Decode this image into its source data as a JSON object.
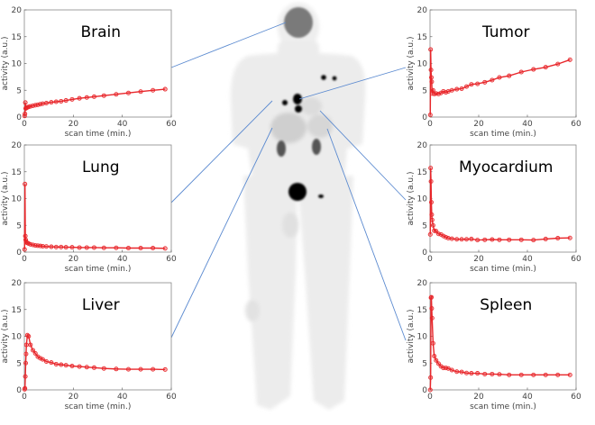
{
  "colors": {
    "series": "#e8262a",
    "connector": "#5b8ad0",
    "axis": "#888888"
  },
  "chart_data": [
    {
      "type": "line",
      "title": "Brain",
      "xlabel": "scan time (min.)",
      "ylabel": "activity (a.u.)",
      "xlim": [
        0,
        60
      ],
      "ylim": [
        0,
        20
      ],
      "xticks": [
        "0",
        "20",
        "40",
        "60"
      ],
      "yticks": [
        "0",
        "5",
        "10",
        "15",
        "20"
      ],
      "x": [
        0.1,
        0.25,
        0.4,
        0.55,
        0.7,
        0.85,
        1.25,
        1.75,
        2.5,
        3.5,
        4.5,
        5.5,
        6.5,
        7.5,
        9,
        11,
        13,
        15,
        17,
        19.5,
        22.5,
        25.5,
        28.5,
        32.5,
        37.5,
        42.5,
        47.5,
        52.5,
        57.5
      ],
      "y": [
        0.2,
        0.6,
        2.7,
        1.6,
        1.7,
        1.7,
        1.8,
        1.9,
        2.0,
        2.1,
        2.2,
        2.3,
        2.4,
        2.5,
        2.6,
        2.75,
        2.85,
        2.95,
        3.1,
        3.3,
        3.5,
        3.65,
        3.8,
        4.0,
        4.25,
        4.5,
        4.75,
        5.0,
        5.2
      ]
    },
    {
      "type": "line",
      "title": "Lung",
      "xlabel": "scan time (min.)",
      "ylabel": "activity (a.u.)",
      "xlim": [
        0,
        60
      ],
      "ylim": [
        0,
        20
      ],
      "xticks": [
        "0",
        "20",
        "40",
        "60"
      ],
      "yticks": [
        "0",
        "5",
        "10",
        "15",
        "20"
      ],
      "x": [
        0.1,
        0.25,
        0.4,
        0.55,
        0.7,
        0.85,
        1.25,
        1.75,
        2.5,
        3.5,
        4.5,
        5.5,
        6.5,
        7.5,
        9,
        11,
        13,
        15,
        17,
        19.5,
        22.5,
        25.5,
        28.5,
        32.5,
        37.5,
        42.5,
        47.5,
        52.5,
        57.5
      ],
      "y": [
        0.5,
        12.7,
        3.0,
        2.3,
        2.0,
        1.8,
        1.7,
        1.6,
        1.45,
        1.35,
        1.25,
        1.2,
        1.15,
        1.1,
        1.05,
        1.0,
        0.95,
        0.95,
        0.9,
        0.9,
        0.85,
        0.85,
        0.85,
        0.8,
        0.8,
        0.75,
        0.75,
        0.75,
        0.7
      ]
    },
    {
      "type": "line",
      "title": "Liver",
      "xlabel": "scan time (min.)",
      "ylabel": "activity (a.u.)",
      "xlim": [
        0,
        60
      ],
      "ylim": [
        0,
        20
      ],
      "xticks": [
        "0",
        "20",
        "40",
        "60"
      ],
      "yticks": [
        "0",
        "5",
        "10",
        "15",
        "20"
      ],
      "x": [
        0.1,
        0.25,
        0.4,
        0.55,
        0.7,
        0.85,
        1.25,
        1.75,
        2.5,
        3.5,
        4.5,
        5.5,
        6.5,
        7.5,
        9,
        11,
        13,
        15,
        17,
        19.5,
        22.5,
        25.5,
        28.5,
        32.5,
        37.5,
        42.5,
        47.5,
        52.5,
        57.5
      ],
      "y": [
        0.1,
        0.3,
        2.5,
        5.0,
        6.7,
        8.4,
        10.2,
        10.0,
        8.4,
        7.4,
        6.8,
        6.2,
        5.9,
        5.7,
        5.3,
        5.1,
        4.8,
        4.7,
        4.6,
        4.45,
        4.35,
        4.25,
        4.15,
        4.0,
        3.9,
        3.85,
        3.85,
        3.85,
        3.8
      ]
    },
    {
      "type": "line",
      "title": "Tumor",
      "xlabel": "scan time (min.)",
      "ylabel": "activity (a.u.)",
      "xlim": [
        0,
        60
      ],
      "ylim": [
        0,
        20
      ],
      "xticks": [
        "0",
        "20",
        "40",
        "60"
      ],
      "yticks": [
        "0",
        "5",
        "10",
        "15",
        "20"
      ],
      "x": [
        0.1,
        0.25,
        0.4,
        0.55,
        0.7,
        0.85,
        1.25,
        1.75,
        2.5,
        3.5,
        4.5,
        5.5,
        6.5,
        7.5,
        9,
        11,
        13,
        15,
        17,
        19.5,
        22.5,
        25.5,
        28.5,
        32.5,
        37.5,
        42.5,
        47.5,
        52.5,
        57.5
      ],
      "y": [
        0.4,
        12.6,
        8.8,
        7.4,
        6.6,
        4.4,
        5.0,
        4.3,
        4.4,
        4.3,
        4.5,
        4.8,
        4.6,
        4.8,
        5.0,
        5.2,
        5.3,
        5.7,
        6.1,
        6.2,
        6.5,
        6.9,
        7.4,
        7.7,
        8.4,
        8.9,
        9.3,
        9.9,
        10.7
      ]
    },
    {
      "type": "line",
      "title": "Myocardium",
      "xlabel": "scan time (min.)",
      "ylabel": "activity (a.u.)",
      "xlim": [
        0,
        60
      ],
      "ylim": [
        0,
        20
      ],
      "xticks": [
        "0",
        "20",
        "40",
        "60"
      ],
      "yticks": [
        "0",
        "5",
        "10",
        "15",
        "20"
      ],
      "x": [
        0.1,
        0.25,
        0.4,
        0.55,
        0.7,
        0.85,
        1.25,
        1.75,
        2.5,
        3.5,
        4.5,
        5.5,
        6.5,
        7.5,
        9,
        11,
        13,
        15,
        17,
        19.5,
        22.5,
        25.5,
        28.5,
        32.5,
        37.5,
        42.5,
        47.5,
        52.5,
        57.5
      ],
      "y": [
        3.3,
        15.7,
        13.2,
        9.3,
        7.0,
        6.0,
        5.0,
        4.0,
        3.9,
        3.4,
        3.3,
        3.0,
        2.8,
        2.6,
        2.5,
        2.4,
        2.4,
        2.4,
        2.45,
        2.25,
        2.3,
        2.35,
        2.3,
        2.3,
        2.3,
        2.25,
        2.45,
        2.6,
        2.65
      ]
    },
    {
      "type": "line",
      "title": "Spleen",
      "xlabel": "scan time (min.)",
      "ylabel": "activity (a.u.)",
      "xlim": [
        0,
        60
      ],
      "ylim": [
        0,
        20
      ],
      "xticks": [
        "0",
        "20",
        "40",
        "60"
      ],
      "yticks": [
        "0",
        "5",
        "10",
        "15",
        "20"
      ],
      "x": [
        0.1,
        0.25,
        0.4,
        0.55,
        0.7,
        0.85,
        1.25,
        1.75,
        2.5,
        3.5,
        4.5,
        5.5,
        6.5,
        7.5,
        9,
        11,
        13,
        15,
        17,
        19.5,
        22.5,
        25.5,
        28.5,
        32.5,
        37.5,
        42.5,
        47.5,
        52.5,
        57.5
      ],
      "y": [
        0.0,
        2.3,
        17.2,
        17.3,
        15.2,
        13.4,
        8.7,
        6.3,
        5.5,
        4.9,
        4.4,
        4.1,
        4.1,
        4.0,
        3.7,
        3.4,
        3.35,
        3.15,
        3.1,
        3.1,
        2.95,
        2.95,
        2.9,
        2.8,
        2.8,
        2.8,
        2.8,
        2.8,
        2.8
      ]
    }
  ]
}
